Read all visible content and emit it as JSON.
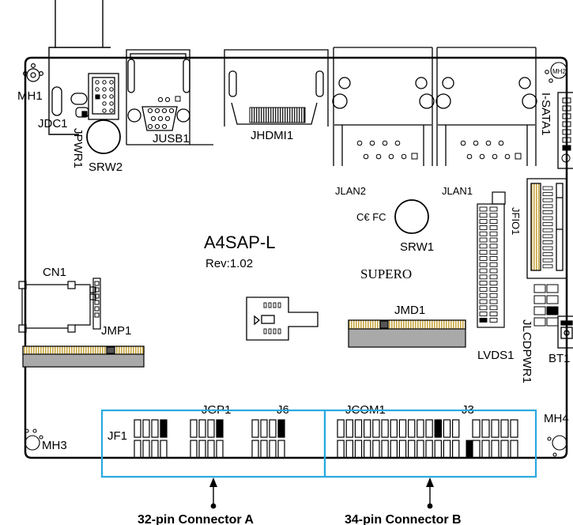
{
  "board": {
    "model": "A4SAP-L",
    "revision": "Rev:1.02",
    "brand": "SUPERO",
    "cert": "C€ FC"
  },
  "labels": {
    "mh1": "MH1",
    "mh2": "MH2",
    "mh3": "MH3",
    "mh4": "MH4",
    "jdc1": "JDC1",
    "jpwr1": "JPWR1",
    "srw2": "SRW2",
    "jusb1": "JUSB1",
    "jhdmi1": "JHDMI1",
    "jlan2": "JLAN2",
    "jlan1": "JLAN1",
    "isata1": "I-SATA1",
    "srw1": "SRW1",
    "jfio1": "JFIO1",
    "cn1": "CN1",
    "jmp1": "JMP1",
    "jmd1": "JMD1",
    "lvds1": "LVDS1",
    "jlcdpwr1": "JLCDPWR1",
    "bt1": "BT1",
    "jf1": "JF1",
    "jgp1": "JGP1",
    "j6": "J6",
    "jcom1": "JCOM1",
    "j3": "J3"
  },
  "callouts": {
    "connector_a": "32-pin Connector A",
    "connector_b": "34-pin Connector B"
  },
  "colors": {
    "highlight": "#29A9E0",
    "pcb_line": "#000000",
    "slot_fill": "#A9A9A9",
    "gold": "#D4B14A"
  }
}
